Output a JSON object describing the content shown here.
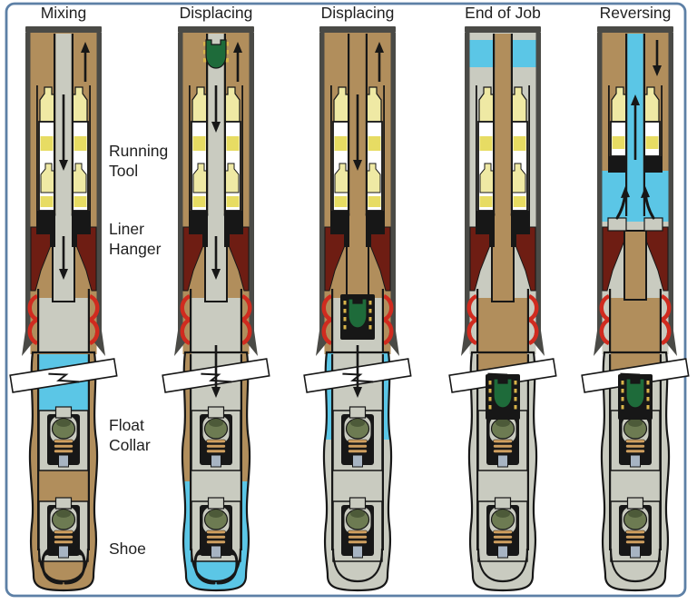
{
  "diagram": {
    "type": "well-cementing-liner-job-stages",
    "border_color": "#5d80a6",
    "side_labels": [
      [
        "Running",
        "Tool"
      ],
      [
        "Liner",
        "Hanger"
      ],
      [
        "Float",
        "Collar"
      ],
      [
        "Shoe"
      ]
    ],
    "stages": [
      {
        "title": "Mixing",
        "tube": "cement",
        "hanger": "cement",
        "liner_upper": "cement",
        "dart": "none",
        "tool_raised": false,
        "casing_bands": [
          [
            "mud",
            36,
            390
          ]
        ],
        "hole_bands": [
          [
            "mud",
            388,
            650
          ]
        ],
        "inner_bands": [
          [
            "mud",
            388,
            650
          ],
          [
            "slurry",
            390,
            452
          ]
        ],
        "arrows": [
          "tube_down",
          "annulus_up",
          "hanger_down",
          "shoe_out"
        ]
      },
      {
        "title": "Displacing",
        "tube": "cement",
        "hanger": "cement",
        "liner_upper": "cement",
        "dart": "tube",
        "tool_raised": false,
        "casing_bands": [
          [
            "mud",
            36,
            390
          ]
        ],
        "hole_bands": [
          [
            "mud",
            388,
            530
          ],
          [
            "slurry",
            530,
            650
          ]
        ],
        "inner_bands": [
          [
            "cement",
            388,
            650
          ],
          [
            "slurry",
            612,
            650
          ]
        ],
        "arrows": [
          "tube_down",
          "annulus_up",
          "hanger_down",
          "break_down",
          "shoe_out"
        ]
      },
      {
        "title": "Displacing",
        "tube": "mud",
        "hanger": "mud",
        "liner_upper": "cement",
        "dart": "collar_hanger",
        "tool_raised": false,
        "casing_bands": [
          [
            "mud",
            36,
            390
          ]
        ],
        "hole_bands": [
          [
            "slurry",
            388,
            484
          ],
          [
            "cement",
            484,
            650
          ]
        ],
        "inner_bands": [
          [
            "cement",
            388,
            650
          ]
        ],
        "arrows": [
          "tube_down",
          "annulus_up",
          "break_down"
        ]
      },
      {
        "title": "End of Job",
        "tube": "mud",
        "hanger": "mud",
        "liner_upper": "mud",
        "dart": "collar_low",
        "tool_raised": false,
        "casing_bands": [
          [
            "cement",
            36,
            390
          ],
          [
            "slurry",
            44,
            74
          ]
        ],
        "hole_bands": [
          [
            "cement",
            388,
            650
          ]
        ],
        "inner_bands": [
          [
            "cement",
            388,
            650
          ],
          [
            "mud",
            388,
            414
          ]
        ],
        "arrows": []
      },
      {
        "title": "Reversing",
        "tube": "slurry",
        "hanger": "mud",
        "liner_upper": "mud",
        "dart": "collar_low",
        "tool_raised": true,
        "casing_bands": [
          [
            "mud",
            36,
            390
          ],
          [
            "slurry",
            188,
            244
          ],
          [
            "cement",
            244,
            390
          ]
        ],
        "hole_bands": [
          [
            "cement",
            388,
            650
          ]
        ],
        "inner_bands": [
          [
            "cement",
            388,
            650
          ],
          [
            "mud",
            388,
            414
          ]
        ],
        "arrows": [
          "tube_up",
          "annulus_down",
          "reverse_in"
        ]
      }
    ]
  },
  "palette": {
    "mud": "#b18e5c",
    "cement": "#c9cbc0",
    "slurry": "#5bc6e6",
    "casing": "#4a4a46",
    "tool_yellow": "#efe9a4",
    "block_yellow": "#e7dc63",
    "hanger_red": "#6e1d13",
    "seal_red": "#d02b1f",
    "dart_green": "#1e6b3a",
    "dart_gold": "#d9b44a",
    "valve_green": "#6d7b52",
    "valve_green_dark": "#4d5a39",
    "spring_tan": "#cf9f5f",
    "stem_grey": "#a7b4c2",
    "line": "#171717",
    "white": "#ffffff",
    "text": "#1f1f1f"
  }
}
